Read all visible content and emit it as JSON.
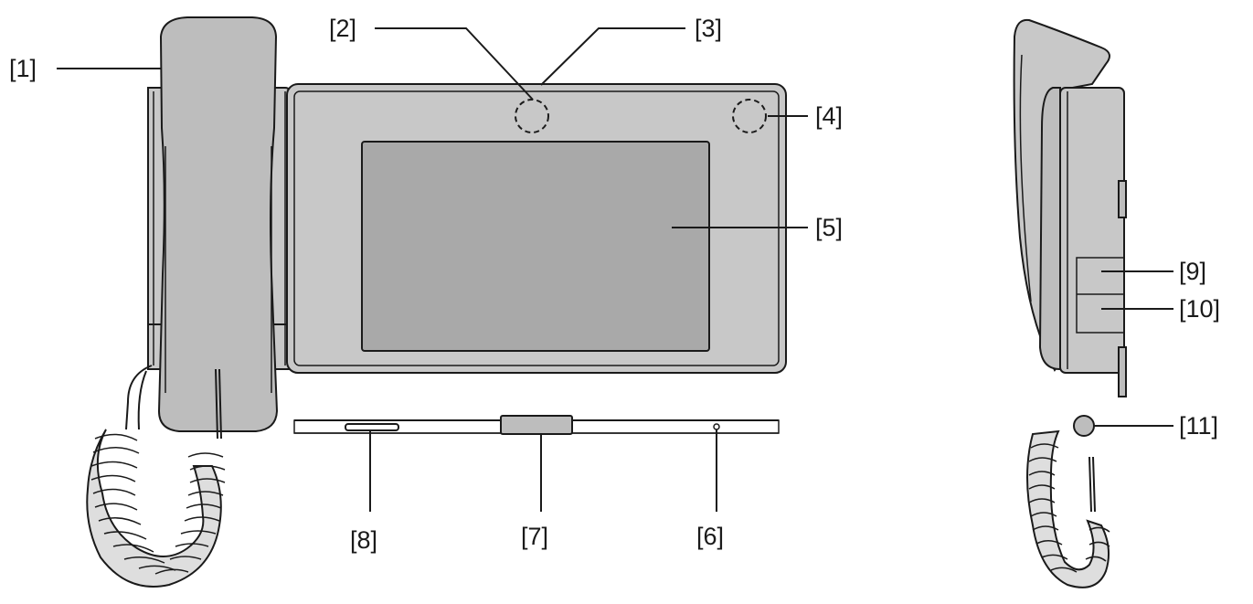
{
  "diagram": {
    "callouts": {
      "c1": "[1]",
      "c2": "[2]",
      "c3": "[3]",
      "c4": "[4]",
      "c5": "[5]",
      "c6": "[6]",
      "c7": "[7]",
      "c8": "[8]",
      "c9": "[9]",
      "c10": "[10]",
      "c11": "[11]"
    },
    "colors": {
      "line": "#1a1a1a",
      "body": "#bdbdbd",
      "screen": "#a9a9a9",
      "background": "#ffffff"
    }
  }
}
